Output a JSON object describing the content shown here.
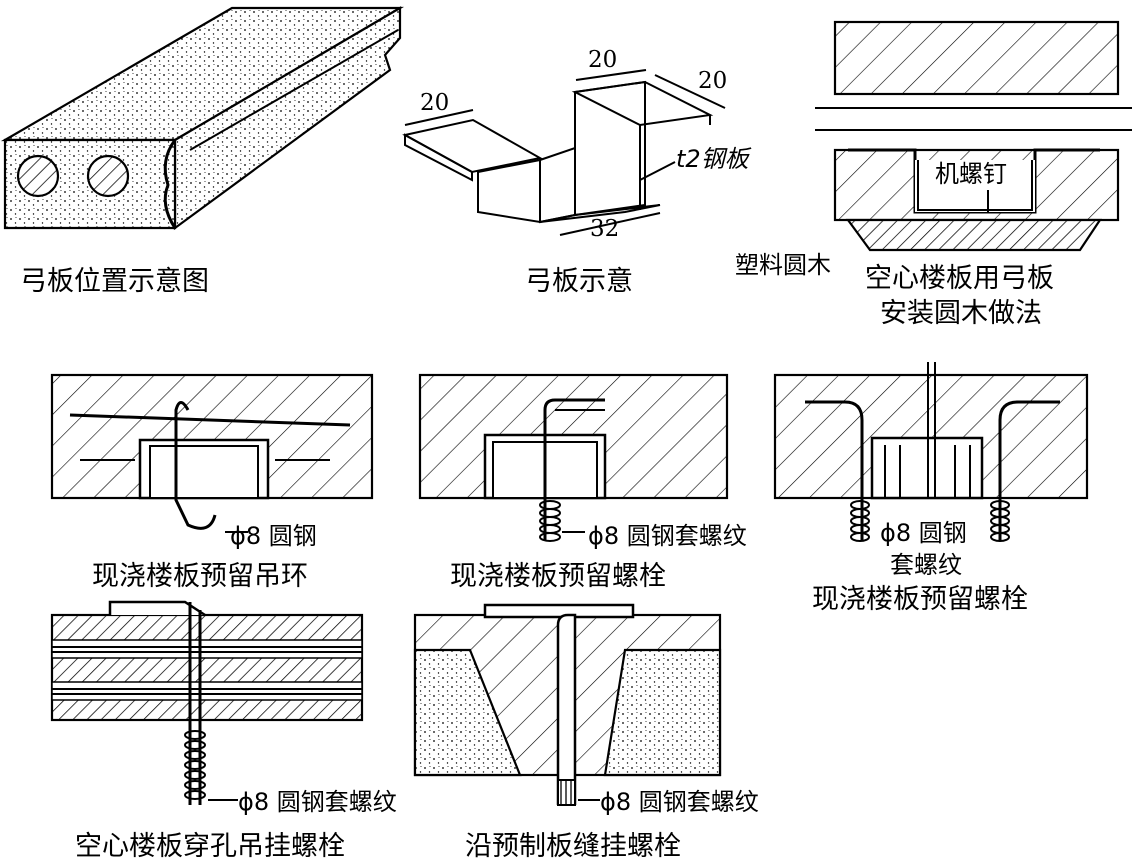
{
  "captions": {
    "bow_position": "弓板位置示意图",
    "bow_plate": "弓板示意",
    "hollow_install_line1": "空心楼板用弓板",
    "hollow_install_line2": "安装圆木做法",
    "cast_ring": "现浇楼板预留吊环",
    "cast_bolt": "现浇楼板预留螺栓",
    "cast_bolt_pair": "现浇楼板预留螺栓",
    "hollow_through": "空心楼板穿孔吊挂螺栓",
    "precast_seam": "沿预制板缝挂螺栓"
  },
  "labels": {
    "dim_20_a": "20",
    "dim_20_b": "20",
    "dim_20_c": "20",
    "dim_32": "32",
    "steel_plate": "t2钢板",
    "machine_screw": "机螺钉",
    "plastic_wood": "塑料圆木",
    "round_steel": "ϕ8 圆钢",
    "round_steel_thread": "ϕ8 圆钢套螺纹",
    "round_steel_pair_1": "ϕ8 圆钢",
    "round_steel_pair_2": "套螺纹",
    "hollow_thread": "ϕ8 圆钢套螺纹",
    "seam_thread": "ϕ8 圆钢套螺纹"
  }
}
